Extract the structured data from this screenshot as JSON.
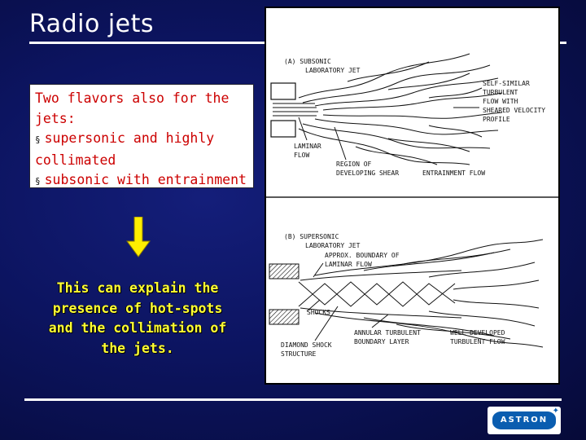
{
  "slide": {
    "title": "Radio jets",
    "intro_line1": "Two flavors also for the",
    "intro_line2": "jets:",
    "bullets": [
      {
        "line1": "supersonic and highly",
        "line2": "collimated"
      },
      {
        "line1": "subsonic with entrainment"
      }
    ],
    "bullet_glyph": "§",
    "conclusion": [
      "This can explain the",
      "presence of hot-spots",
      "and the collimation of",
      "the jets."
    ],
    "colors": {
      "text_red": "#cc0000",
      "conclusion_yellow": "#ffff33",
      "arrow_yellow": "#ffee00",
      "background": "#0c1460"
    }
  },
  "figure": {
    "a": {
      "title1": "(A)  SUBSONIC",
      "title2": "LABORATORY JET",
      "self_similar": [
        "SELF-SIMILAR",
        "TURBULENT",
        "FLOW WITH",
        "SHEARED VELOCITY",
        "PROFILE"
      ],
      "laminar": [
        "LAMINAR",
        "FLOW"
      ],
      "region": [
        "REGION OF",
        "DEVELOPING SHEAR"
      ],
      "entrainment": "ENTRAINMENT FLOW"
    },
    "b": {
      "title1": "(B)  SUPERSONIC",
      "title2": "LABORATORY JET",
      "boundary": [
        "APPROX. BOUNDARY OF",
        "LAMINAR FLOW"
      ],
      "shocks": "SHOCKS",
      "diamond": [
        "DIAMOND SHOCK",
        "STRUCTURE"
      ],
      "annular": [
        "ANNULAR TURBULENT",
        "BOUNDARY LAYER"
      ],
      "well": [
        "WELL DEVELOPED",
        "TURBULENT FLOW"
      ]
    }
  },
  "logo": {
    "text": "ASTRON"
  }
}
